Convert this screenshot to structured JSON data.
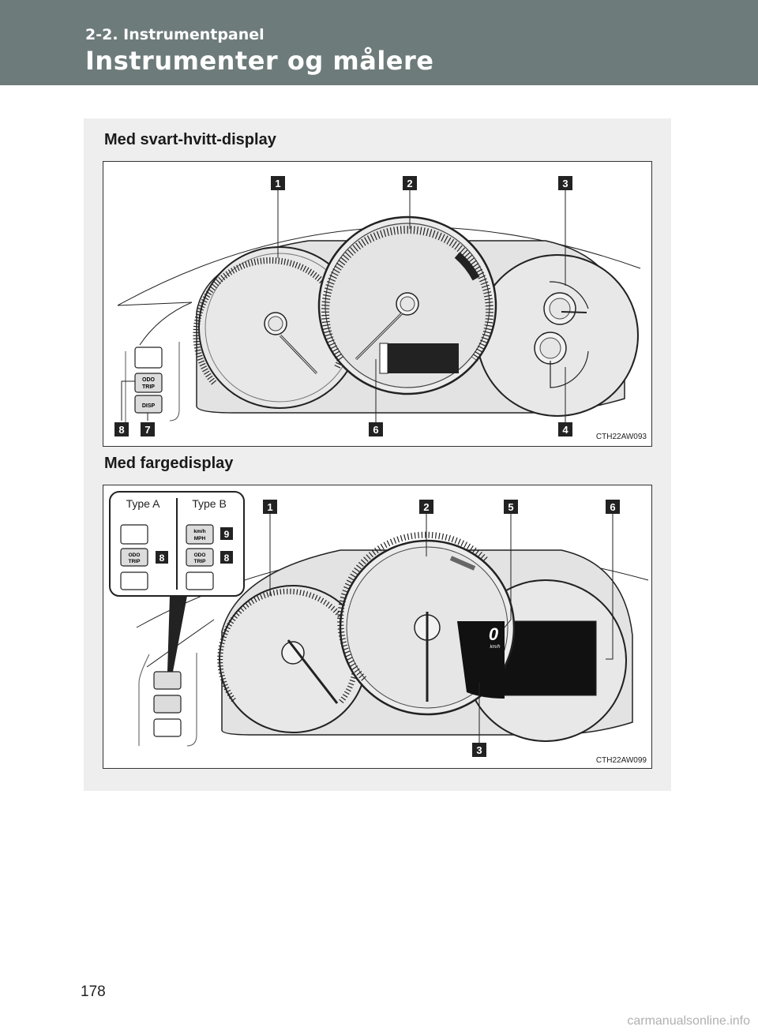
{
  "header": {
    "section": "2-2. Instrumentpanel",
    "title": "Instrumenter og målere",
    "bg_color": "#6e7b7b"
  },
  "figure1": {
    "heading": "Med svart-hvitt-display",
    "code": "CTH22AW093",
    "callouts": [
      "1",
      "2",
      "3",
      "4",
      "6",
      "7",
      "8"
    ],
    "buttons": {
      "odo_trip": [
        "ODO",
        "TRIP"
      ],
      "disp": "DISP"
    }
  },
  "figure2": {
    "heading": "Med fargedisplay",
    "code": "CTH22AW099",
    "callouts": [
      "1",
      "2",
      "5",
      "6",
      "3"
    ],
    "type_a": "Type A",
    "type_b": "Type B",
    "inset_callouts": [
      "9",
      "8",
      "8"
    ],
    "buttons": {
      "units": [
        "km/h",
        "MPH"
      ],
      "odo_trip": [
        "ODO",
        "TRIP"
      ]
    },
    "speed_value": "0",
    "speed_unit": "km/h"
  },
  "page_number": "178",
  "watermark": "carmanualsonline.info"
}
